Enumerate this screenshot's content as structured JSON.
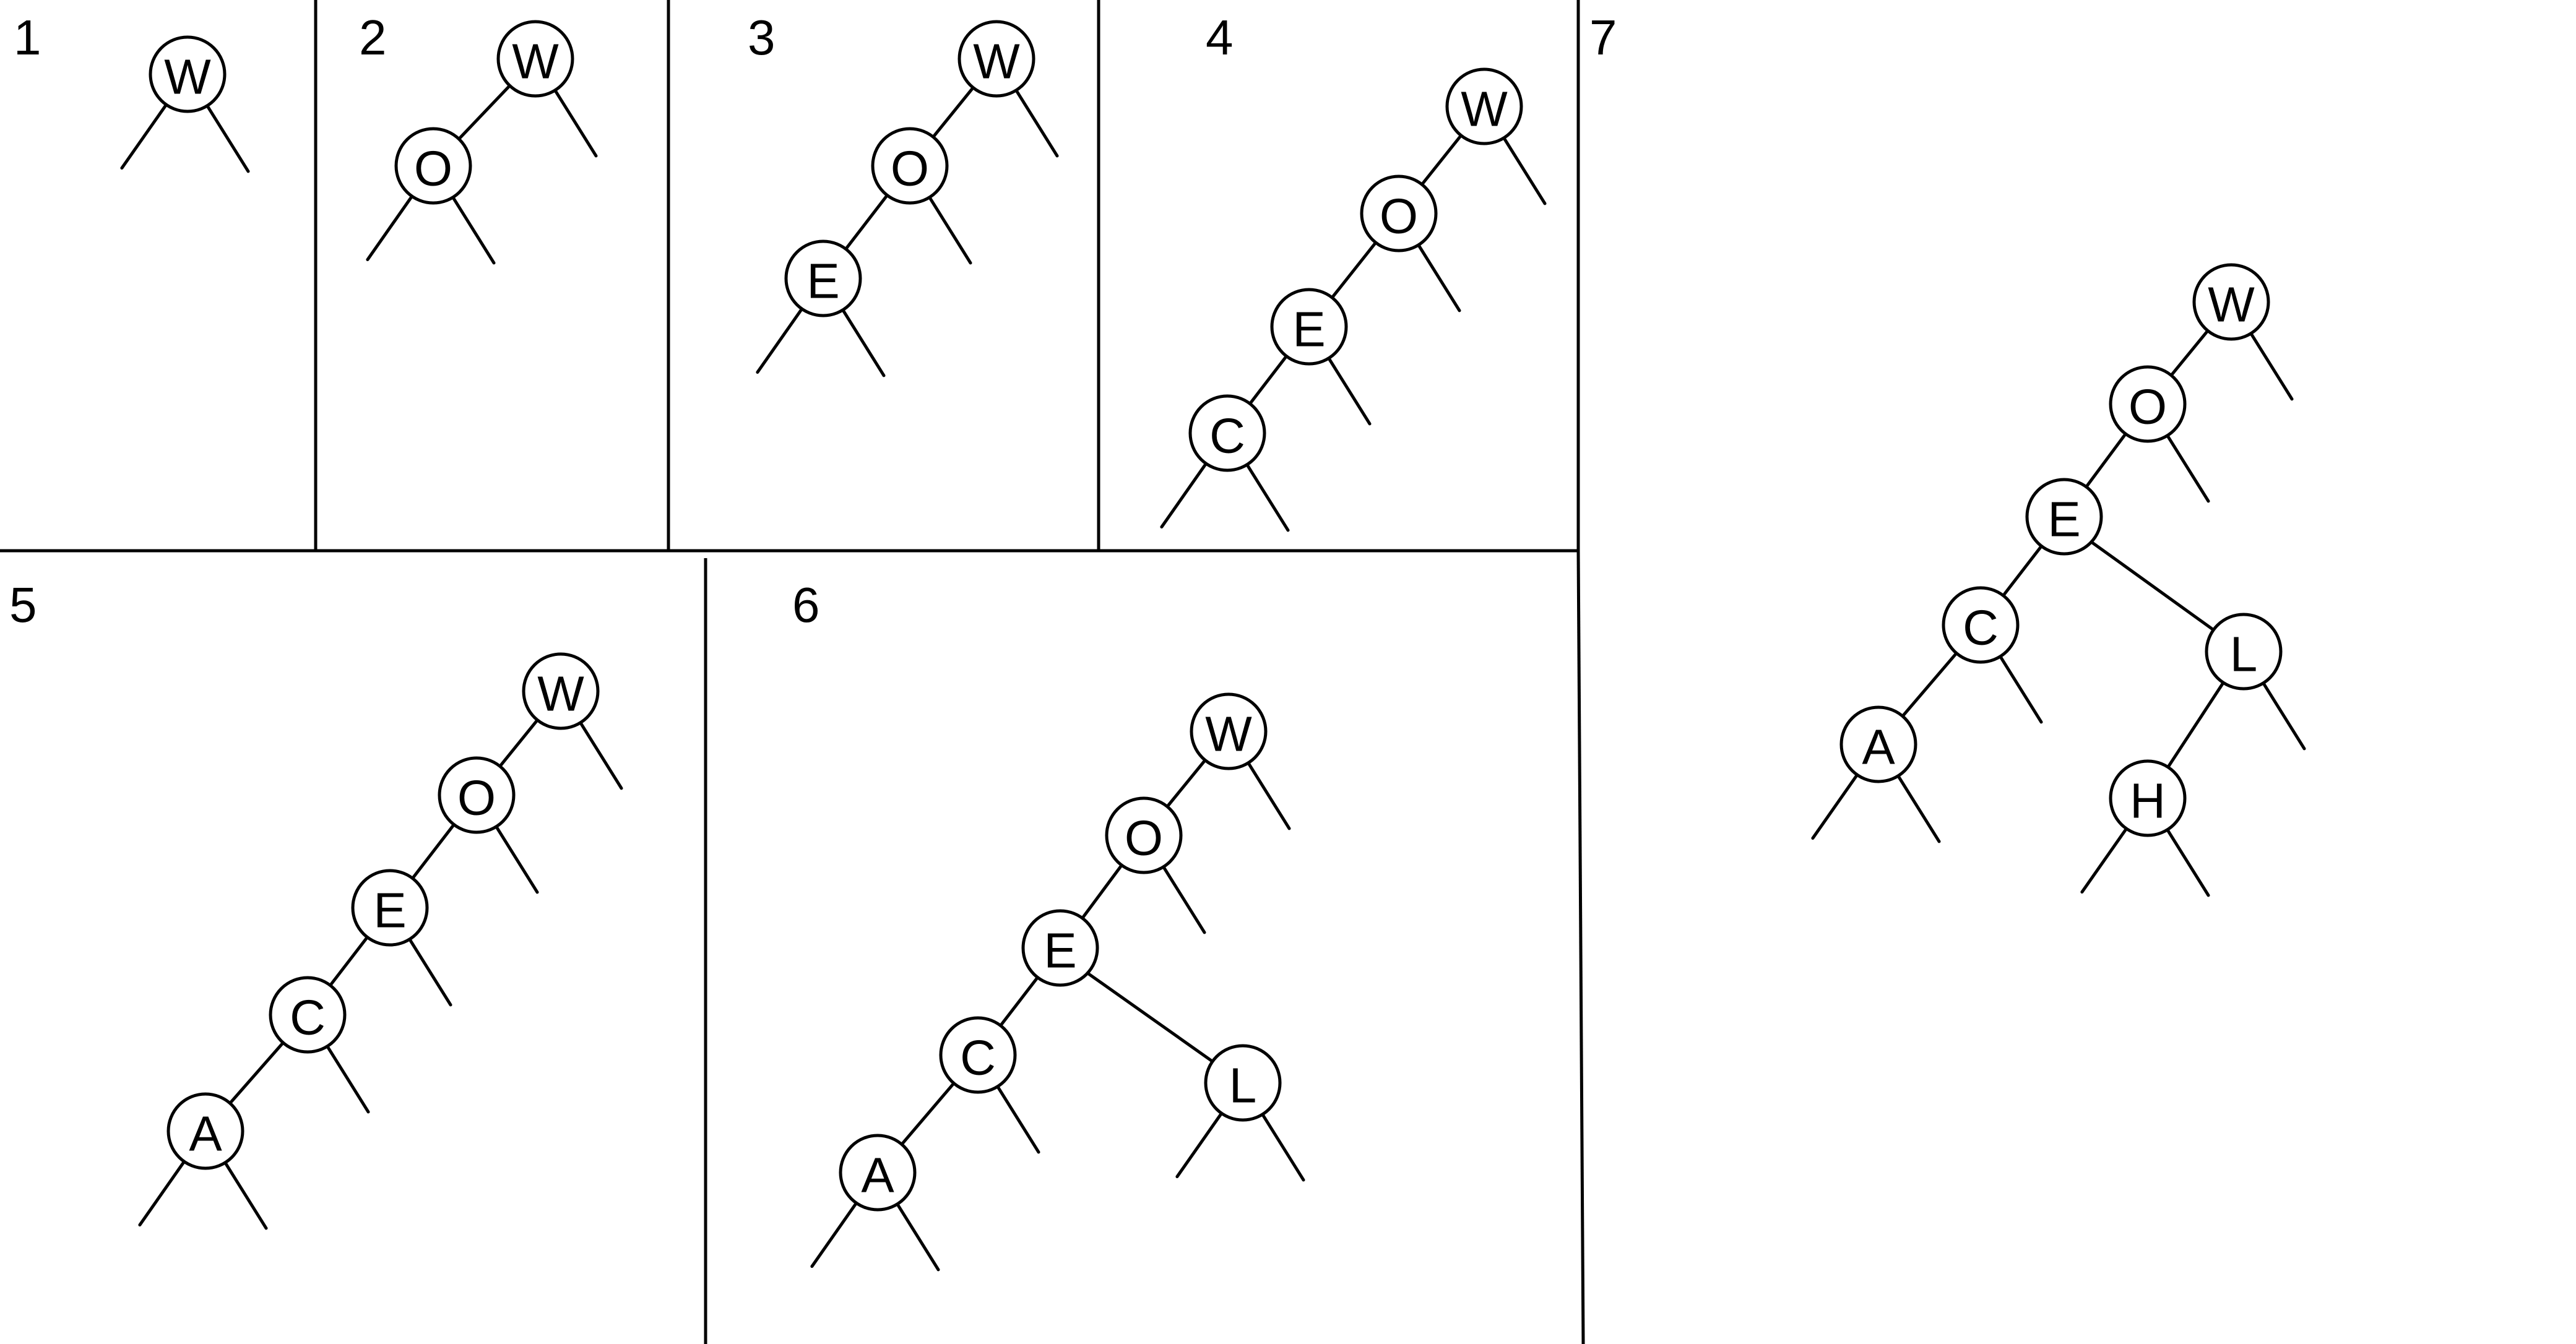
{
  "panels": [
    {
      "step": "1",
      "nodes": [
        {
          "id": "W",
          "label": "W",
          "children": []
        }
      ]
    },
    {
      "step": "2",
      "nodes": [
        {
          "id": "W",
          "label": "W",
          "children": [
            "O"
          ]
        },
        {
          "id": "O",
          "label": "O",
          "children": []
        }
      ]
    },
    {
      "step": "3",
      "nodes": [
        {
          "id": "W",
          "label": "W",
          "children": [
            "O"
          ]
        },
        {
          "id": "O",
          "label": "O",
          "children": [
            "E"
          ]
        },
        {
          "id": "E",
          "label": "E",
          "children": []
        }
      ]
    },
    {
      "step": "4",
      "nodes": [
        {
          "id": "W",
          "label": "W",
          "children": [
            "O"
          ]
        },
        {
          "id": "O",
          "label": "O",
          "children": [
            "E"
          ]
        },
        {
          "id": "E",
          "label": "E",
          "children": [
            "C"
          ]
        },
        {
          "id": "C",
          "label": "C",
          "children": []
        }
      ]
    },
    {
      "step": "5",
      "nodes": [
        {
          "id": "W",
          "label": "W",
          "children": [
            "O"
          ]
        },
        {
          "id": "O",
          "label": "O",
          "children": [
            "E"
          ]
        },
        {
          "id": "E",
          "label": "E",
          "children": [
            "C"
          ]
        },
        {
          "id": "C",
          "label": "C",
          "children": [
            "A"
          ]
        },
        {
          "id": "A",
          "label": "A",
          "children": []
        }
      ]
    },
    {
      "step": "6",
      "nodes": [
        {
          "id": "W",
          "label": "W",
          "children": [
            "O"
          ]
        },
        {
          "id": "O",
          "label": "O",
          "children": [
            "E"
          ]
        },
        {
          "id": "E",
          "label": "E",
          "children": [
            "C",
            "L"
          ]
        },
        {
          "id": "C",
          "label": "C",
          "children": [
            "A"
          ]
        },
        {
          "id": "A",
          "label": "A",
          "children": []
        },
        {
          "id": "L",
          "label": "L",
          "children": []
        }
      ]
    },
    {
      "step": "7",
      "nodes": [
        {
          "id": "W",
          "label": "W",
          "children": [
            "O"
          ]
        },
        {
          "id": "O",
          "label": "O",
          "children": [
            "E"
          ]
        },
        {
          "id": "E",
          "label": "E",
          "children": [
            "C",
            "L"
          ]
        },
        {
          "id": "C",
          "label": "C",
          "children": [
            "A"
          ]
        },
        {
          "id": "A",
          "label": "A",
          "children": []
        },
        {
          "id": "L",
          "label": "L",
          "children": [
            "H"
          ]
        },
        {
          "id": "H",
          "label": "H",
          "children": []
        }
      ]
    }
  ]
}
